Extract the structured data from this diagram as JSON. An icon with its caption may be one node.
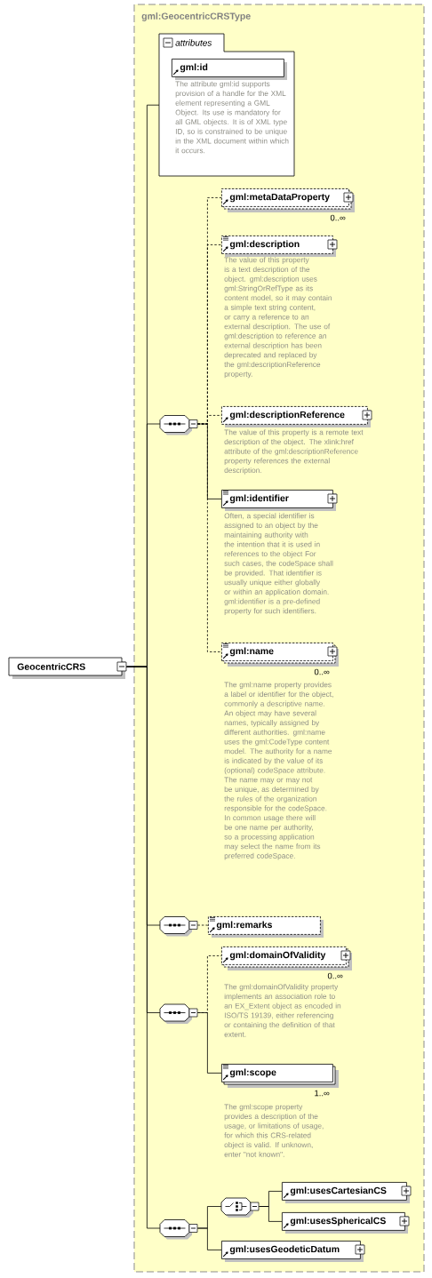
{
  "diagram": {
    "nodes": [
      {
        "text": [
          "GeocentricCRS"
        ]
      },
      {
        "text": [
          "gml:GeocentricCRSType"
        ]
      },
      {
        "text": [
          "attributes"
        ],
        "in": 1
      },
      {
        "text": [
          "gml:id"
        ],
        "in": 2,
        "beside": [
          "The attribute gml:id supports provision of a handle for the XML element representing a GML Object. Its use is mandatory for all GML objects. It is of XML type ID, so is constrained to be unique in the XML document within which it occurs."
        ]
      },
      {
        "text": [],
        "shape": "octagon",
        "in": 1
      },
      {
        "text": [
          "gml:metaDataProperty"
        ],
        "in": 1,
        "beside": [
          "0..∞"
        ]
      },
      {
        "text": [
          "gml:description"
        ],
        "in": 1,
        "beside": [
          "The value of this property is a text description of the object. gml:description uses gml:StringOrRefType as its content model, so it may contain a simple text string content, or carry a reference to an external description. The use of gml:description to reference an external description has been deprecated and replaced by the gml:descriptionReference property."
        ]
      },
      {
        "text": [
          "gml:descriptionReference"
        ],
        "in": 1,
        "beside": [
          "The value of this property is a remote text description of the object. The xlink:href attribute of the gml:descriptionReference property references the external description."
        ]
      },
      {
        "text": [
          "gml:identifier"
        ],
        "in": 1,
        "beside": [
          "Often, a special identifier is assigned to an object by the maintaining authority with the intention that it is used in references to the object For such cases, the codeSpace shall be provided. That identifier is usually unique either globally or within an application domain. gml:identifier is a pre-defined property for such identifiers."
        ]
      },
      {
        "text": [
          "gml:name"
        ],
        "in": 1,
        "beside": [
          "0..∞",
          "The gml:name property provides a label or identifier for the object, commonly a descriptive name. An object may have several names, typically assigned by different authorities. gml:name uses the gml:CodeType content model. The authority for a name is indicated by the value of its (optional) codeSpace attribute. The name may or may not be unique, as determined by the rules of the organization responsible for the codeSpace. In common usage there will be one name per authority, so a processing application may select the name from its preferred codeSpace."
        ]
      },
      {
        "text": [],
        "shape": "octagon",
        "in": 1
      },
      {
        "text": [
          "gml:remarks"
        ],
        "in": 1
      },
      {
        "text": [],
        "shape": "octagon",
        "in": 1
      },
      {
        "text": [
          "gml:domainOfValidity"
        ],
        "in": 1,
        "beside": [
          "0..∞",
          "The gml:domainOfValidity property implements an association role to an EX_Extent object as encoded in ISO/TS 19139, either referencing or containing the definition of that extent."
        ]
      },
      {
        "text": [
          "gml:scope"
        ],
        "in": 1,
        "beside": [
          "1..∞",
          "The gml:scope property provides a description of the usage, or limitations of usage, for which this CRS-related object is valid. If unknown, enter \"not known\"."
        ]
      },
      {
        "text": [],
        "shape": "octagon",
        "in": 1
      },
      {
        "text": [],
        "shape": "octagon",
        "in": 1
      },
      {
        "text": [
          "gml:usesCartesianCS"
        ],
        "in": 1
      },
      {
        "text": [
          "gml:usesSphericalCS"
        ],
        "in": 1
      },
      {
        "text": [
          "gml:usesGeodeticDatum"
        ],
        "in": 1
      }
    ],
    "edges": [
      {
        "from": 0,
        "to": 2,
        "arrow": "none"
      },
      {
        "from": 0,
        "to": 4,
        "arrow": "none"
      },
      {
        "from": 0,
        "to": 10,
        "arrow": "none"
      },
      {
        "from": 0,
        "to": 12,
        "arrow": "none"
      },
      {
        "from": 0,
        "to": 15,
        "arrow": "none"
      },
      {
        "from": 4,
        "to": 5,
        "arrow": "none",
        "style": "dashed"
      },
      {
        "from": 4,
        "to": 6,
        "arrow": "none",
        "style": "dashed"
      },
      {
        "from": 4,
        "to": 7,
        "arrow": "none",
        "style": "dashed"
      },
      {
        "from": 4,
        "to": 8,
        "arrow": "none"
      },
      {
        "from": 4,
        "to": 9,
        "arrow": "none",
        "style": "dashed"
      },
      {
        "from": 10,
        "to": 11,
        "arrow": "none",
        "style": "dashed"
      },
      {
        "from": 12,
        "to": 13,
        "arrow": "none",
        "style": "dashed"
      },
      {
        "from": 12,
        "to": 14,
        "arrow": "none"
      },
      {
        "from": 15,
        "to": 16,
        "arrow": "none"
      },
      {
        "from": 15,
        "to": 19,
        "arrow": "none"
      },
      {
        "from": 16,
        "to": 17,
        "arrow": "none"
      },
      {
        "from": 16,
        "to": 18,
        "arrow": "none"
      }
    ]
  }
}
